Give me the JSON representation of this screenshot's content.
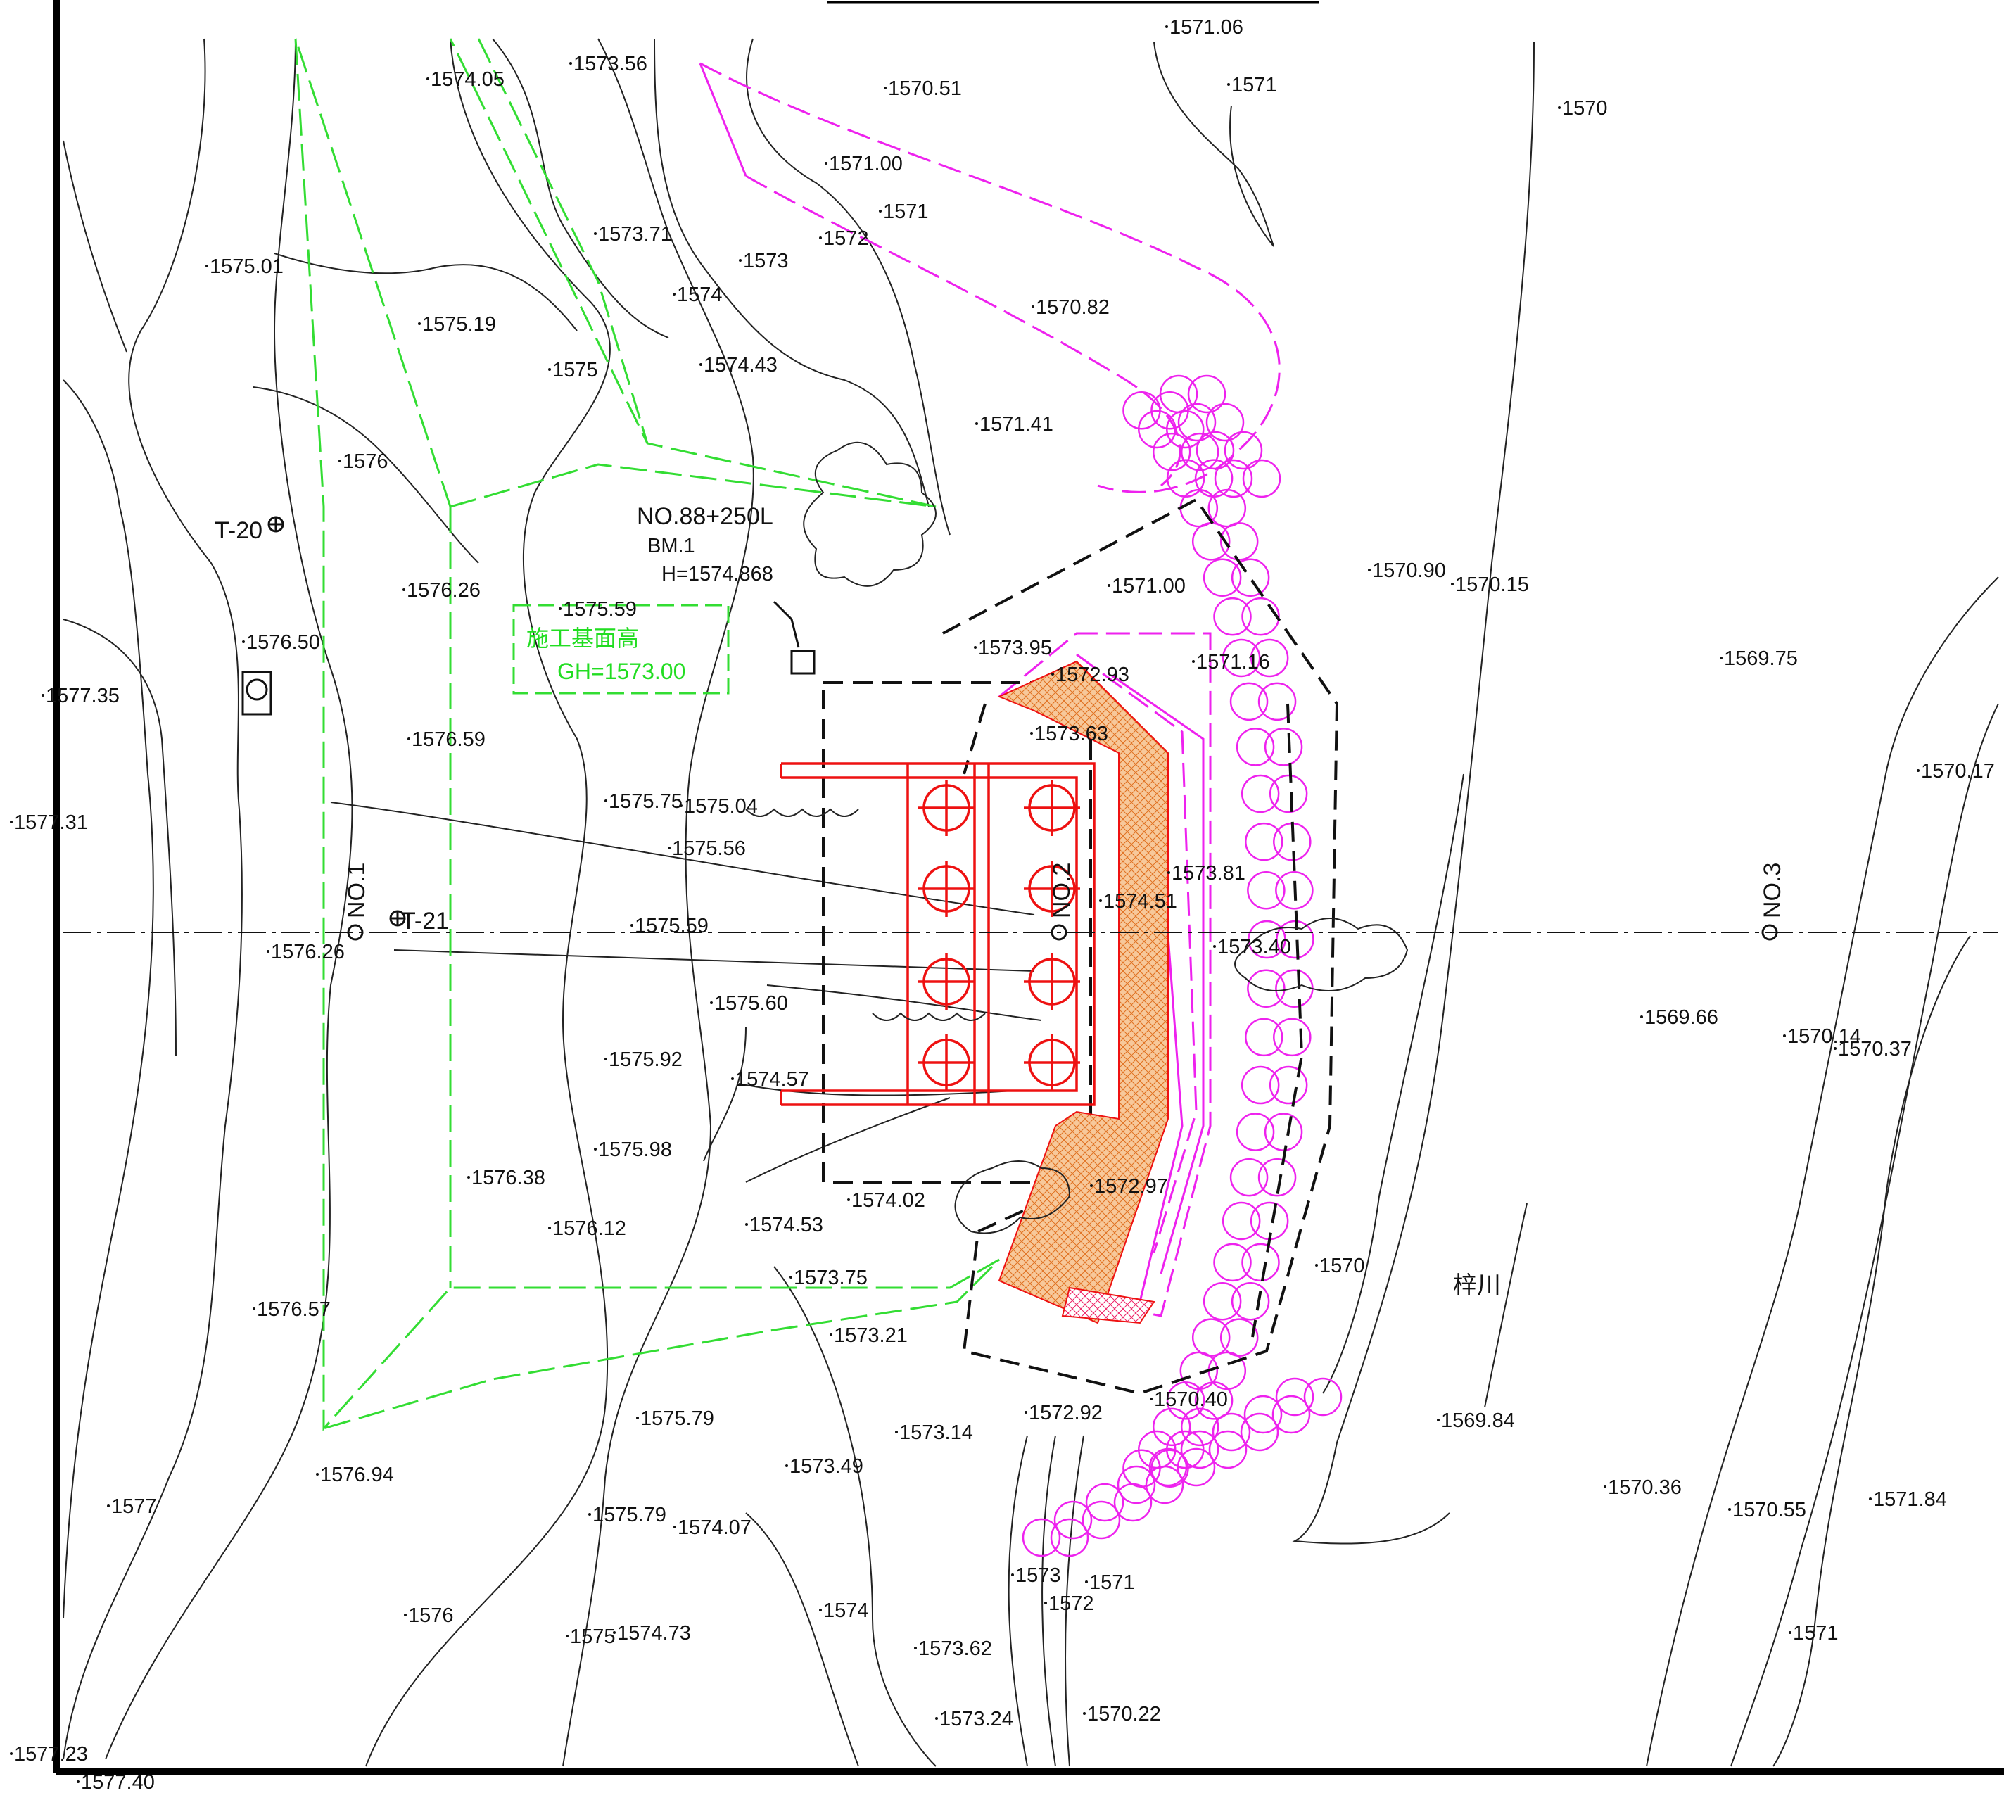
{
  "colors": {
    "background": "#ffffff",
    "contour": "#222222",
    "temporary_works": "#33dd33",
    "revetment": "#ee22ee",
    "foundation": "#ee1111",
    "hatch_fill": "#f7c89a",
    "frame": "#000000"
  },
  "title_line": "",
  "elevations": [
    "1571.06",
    "1571",
    "1570",
    "1573.56",
    "1574.05",
    "1570.51",
    "1571.00",
    "1571",
    "1575.01",
    "1573.71",
    "1573",
    "1572",
    "1574",
    "1570.82",
    "1575.19",
    "1574.43",
    "1575",
    "1571.41",
    "1576",
    "1570.90",
    "1570.15",
    "1576.26",
    "1571.00",
    "1575.59",
    "1576.50",
    "1573.95",
    "1571.16",
    "1569.75",
    "1577.35",
    "1572.93",
    "1573.63",
    "1576.59",
    "1570.17",
    "1575.75",
    "1575.04",
    "1577.31",
    "1575.56",
    "1573.81",
    "1574.51",
    "1575.59",
    "1573.40",
    "1576.26",
    "1575.60",
    "1569.66",
    "1570.14",
    "1570.37",
    "1575.92",
    "1574.57",
    "1575.98",
    "1576.38",
    "1574.02",
    "1572.97",
    "1576.12",
    "1574.53",
    "1570",
    "1573.75",
    "1576.57",
    "1573.21",
    "1570.40",
    "1572.92",
    "1575.79",
    "1569.84",
    "1573.14",
    "1573.49",
    "1576.94",
    "1570.36",
    "1571.84",
    "1570.55",
    "1577",
    "1575.79",
    "1574.07",
    "1573",
    "1571",
    "1572",
    "1574",
    "1576",
    "1575",
    "1574.73",
    "1571",
    "1573.62",
    "1573.24",
    "1570.22",
    "1577.23",
    "1577.40"
  ],
  "stations": {
    "t20": "T-20",
    "t21": "T-21",
    "no1": "NO.1",
    "no2": "NO.2",
    "no3": "NO.3"
  },
  "benchmark": {
    "station": "NO.88+250L",
    "name": "BM.1",
    "height": "H=1574.868"
  },
  "construction_box": {
    "title": "施工基面高",
    "value": "GH=1573.00"
  },
  "river_label": "梓川"
}
